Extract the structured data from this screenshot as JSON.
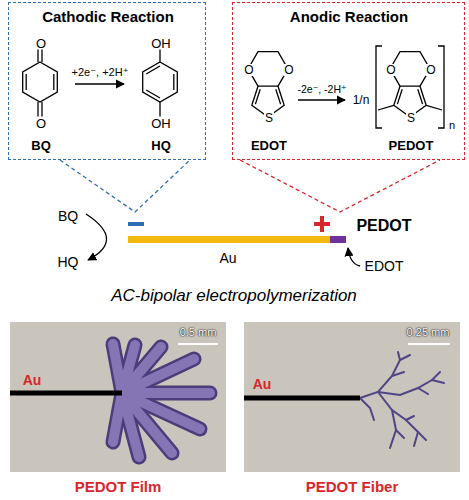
{
  "diagram": {
    "nodes": [
      {
        "text": [
          "Cathodic Reaction",
          "O",
          "O",
          "+2e⁻, +2H⁺",
          "OH",
          "OH",
          "BQ",
          "HQ"
        ]
      },
      {
        "text": [
          "Anodic Reaction",
          "O",
          "O",
          "S",
          "-2e⁻, -2H⁺",
          "1/n",
          "O",
          "O",
          "S",
          "n",
          "EDOT",
          "PEDOT"
        ]
      },
      {
        "text": [
          "Au",
          "0.5 mm",
          "PEDOT Film"
        ]
      },
      {
        "text": [
          "Au",
          "0.25 mm",
          "PEDOT Fiber"
        ]
      }
    ],
    "labels": [
      "BQ",
      "HQ",
      "PEDOT",
      "EDOT",
      "Au",
      "AC-bipolar electropolymerization"
    ]
  }
}
